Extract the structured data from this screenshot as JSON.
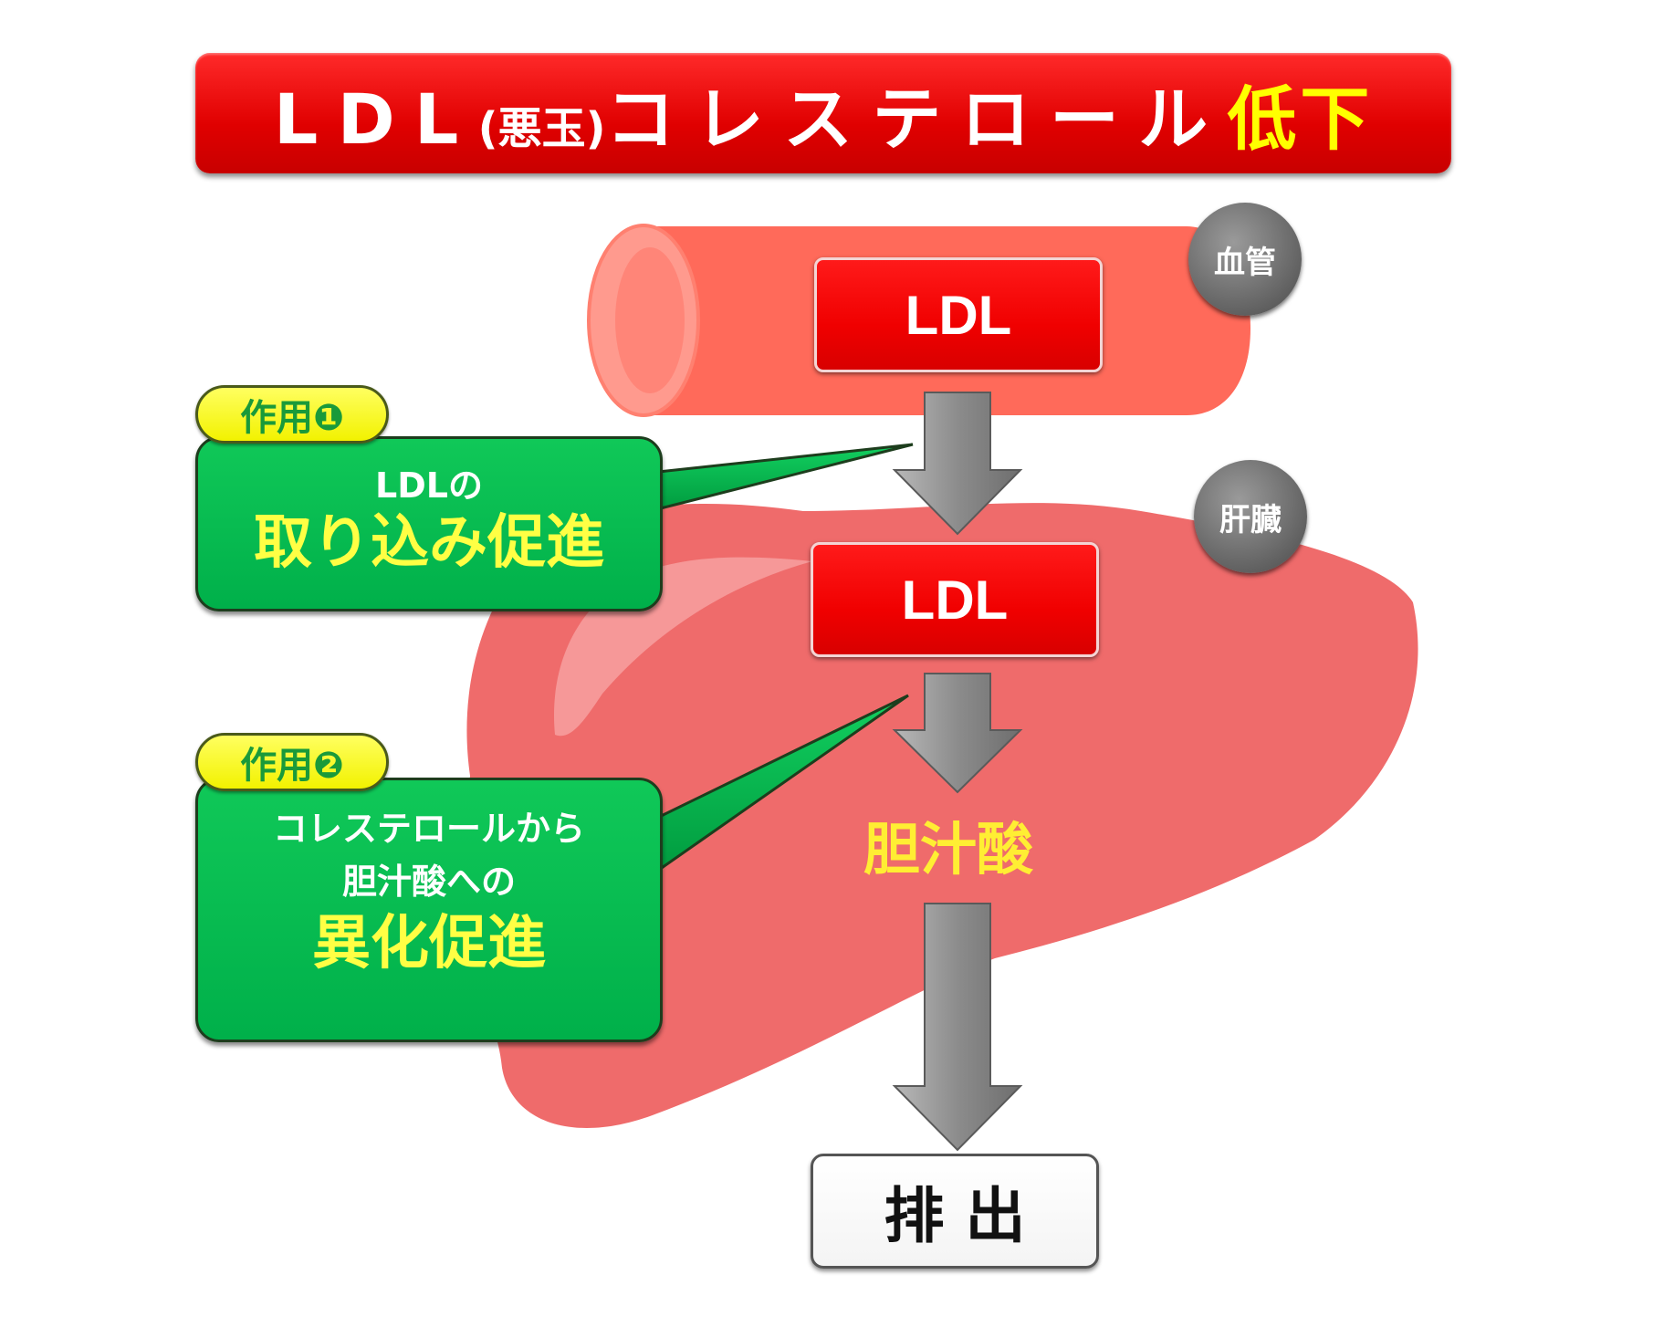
{
  "title": {
    "prefix": "LDL",
    "paren": "(悪玉)",
    "main": "コレステロール",
    "accent": "低下"
  },
  "blood_vessel": {
    "label": "血管",
    "ldl_label": "LDL"
  },
  "liver": {
    "label": "肝臓",
    "ldl_label": "LDL",
    "bile_acid": "胆汁酸"
  },
  "excretion": {
    "label": "排出"
  },
  "effects": [
    {
      "tag": "作用❶",
      "lines": [
        "LDLの"
      ],
      "highlight": "取り込み促進"
    },
    {
      "tag": "作用❷",
      "lines": [
        "コレステロールから",
        "胆汁酸への"
      ],
      "highlight": "異化促進"
    }
  ],
  "colors": {
    "title_red": "#e00000",
    "accent_yellow": "#ffff00",
    "vessel": "#ff6a5c",
    "liver": "#ee6a6a",
    "effect_green": "#00b04a",
    "tag_yellow": "#f2f200",
    "arrow_gray": "#8a8a8a"
  }
}
